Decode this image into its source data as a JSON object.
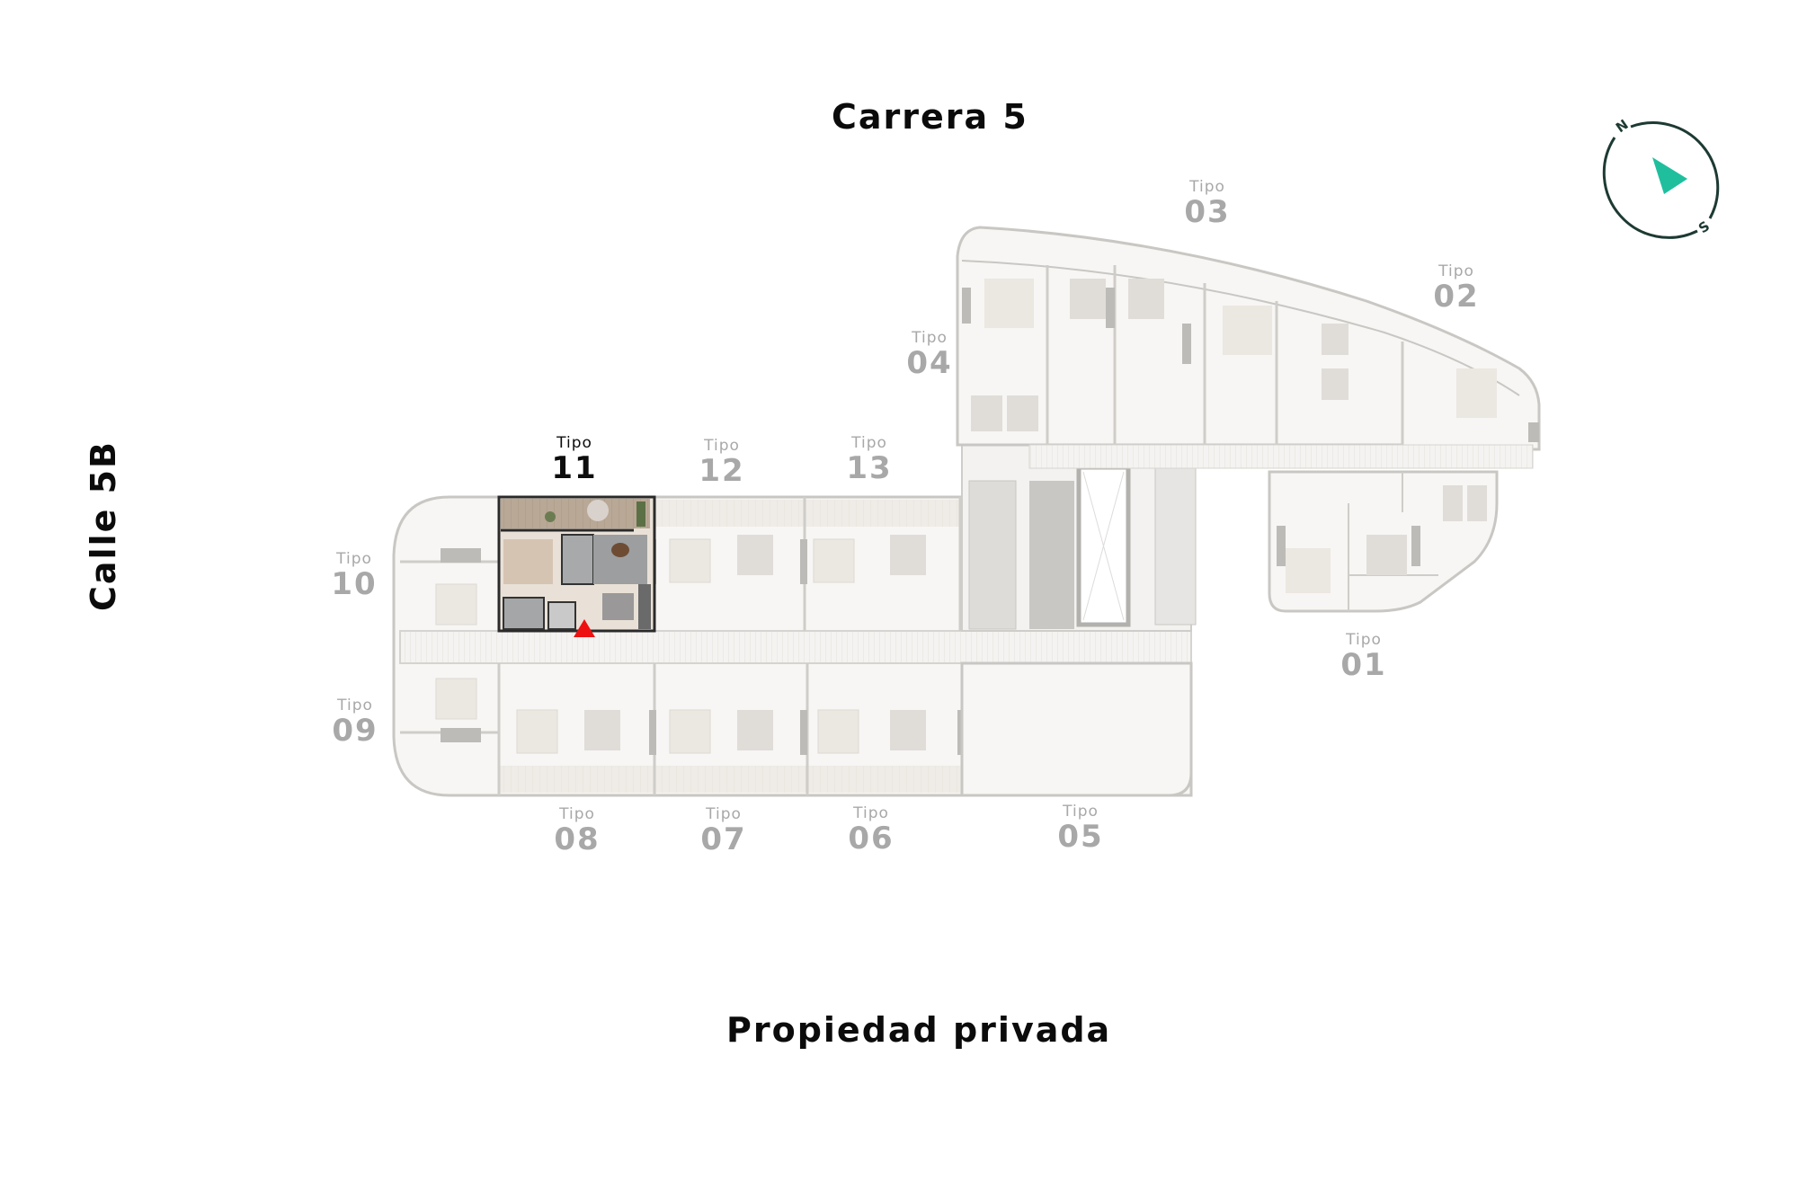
{
  "streets": {
    "top": "Carrera 5",
    "bottom": "Propiedad privada",
    "left": "Calle 5B"
  },
  "compass": {
    "north_label": "N",
    "south_label": "S",
    "arrow_color": "#1fbf9e",
    "ring_color": "#1d3a33"
  },
  "units": [
    {
      "id": "01",
      "tipo": "Tipo",
      "num": "01",
      "active": false
    },
    {
      "id": "02",
      "tipo": "Tipo",
      "num": "02",
      "active": false
    },
    {
      "id": "03",
      "tipo": "Tipo",
      "num": "03",
      "active": false
    },
    {
      "id": "04",
      "tipo": "Tipo",
      "num": "04",
      "active": false
    },
    {
      "id": "05",
      "tipo": "Tipo",
      "num": "05",
      "active": false
    },
    {
      "id": "06",
      "tipo": "Tipo",
      "num": "06",
      "active": false
    },
    {
      "id": "07",
      "tipo": "Tipo",
      "num": "07",
      "active": false
    },
    {
      "id": "08",
      "tipo": "Tipo",
      "num": "08",
      "active": false
    },
    {
      "id": "09",
      "tipo": "Tipo",
      "num": "09",
      "active": false
    },
    {
      "id": "10",
      "tipo": "Tipo",
      "num": "10",
      "active": false
    },
    {
      "id": "11",
      "tipo": "Tipo",
      "num": "11",
      "active": true
    },
    {
      "id": "12",
      "tipo": "Tipo",
      "num": "12",
      "active": false
    },
    {
      "id": "13",
      "tipo": "Tipo",
      "num": "13",
      "active": false
    }
  ],
  "selected_unit": "11",
  "colors": {
    "highlight_marker": "#ee1111",
    "inactive_label": "#a8a8a8",
    "active_label": "#0d0d0d"
  }
}
